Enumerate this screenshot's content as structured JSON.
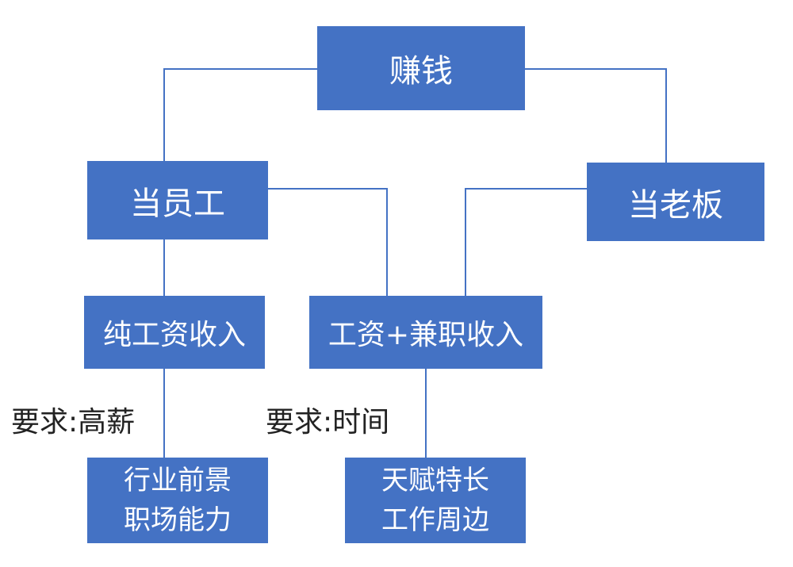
{
  "nodes": {
    "root": "赚钱",
    "employee": "当员工",
    "boss": "当老板",
    "pure_salary": "纯工资收入",
    "salary_parttime": "工资+兼职收入",
    "industry": [
      "行业前景",
      "职场能力"
    ],
    "talent": [
      "天赋特长",
      "工作周边"
    ]
  },
  "labels": {
    "req_salary": "要求:高薪",
    "req_time": "要求:时间"
  },
  "colors": {
    "node_fill": "#4472c4",
    "connector": "#4472c4",
    "text_on_node": "#ffffff"
  }
}
